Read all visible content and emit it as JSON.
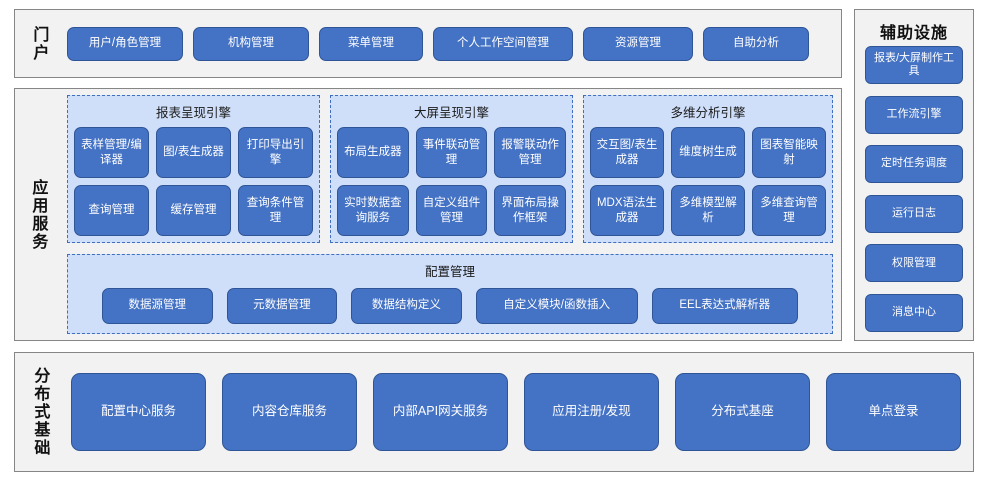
{
  "portal": {
    "label": "门户",
    "buttons": [
      "用户/角色管理",
      "机构管理",
      "菜单管理",
      "个人工作空间管理",
      "资源管理",
      "自助分析"
    ]
  },
  "aux": {
    "title": "辅助设施",
    "buttons": [
      "报表/大屏制作工具",
      "工作流引擎",
      "定时任务调度",
      "运行日志",
      "权限管理",
      "消息中心"
    ]
  },
  "app_services": {
    "label": "应用服务",
    "engines": [
      {
        "title": "报表呈现引擎",
        "items": [
          "表样管理/编译器",
          "图/表生成器",
          "打印导出引擎",
          "查询管理",
          "缓存管理",
          "查询条件管理"
        ]
      },
      {
        "title": "大屏呈现引擎",
        "items": [
          "布局生成器",
          "事件联动管理",
          "报警联动作管理",
          "实时数据查询服务",
          "自定义组件管理",
          "界面布局操作框架"
        ]
      },
      {
        "title": "多维分析引擎",
        "items": [
          "交互图/表生成器",
          "维度树生成",
          "图表智能映射",
          "MDX语法生成器",
          "多维模型解析",
          "多维查询管理"
        ]
      }
    ],
    "config": {
      "title": "配置管理",
      "items": [
        "数据源管理",
        "元数据管理",
        "数据结构定义",
        "自定义模块/函数插入",
        "EEL表达式解析器"
      ]
    }
  },
  "distributed": {
    "label": "分布式基础",
    "buttons": [
      "配置中心服务",
      "内容仓库服务",
      "内部API网关服务",
      "应用注册/发现",
      "分布式基座",
      "单点登录"
    ]
  },
  "colors": {
    "button_fill": "#4472c4",
    "button_border": "#2f5597",
    "panel_fill": "#cfdffa",
    "panel_border": "#3f6fc0",
    "section_fill": "#f2f2f2",
    "section_border": "#868686"
  }
}
